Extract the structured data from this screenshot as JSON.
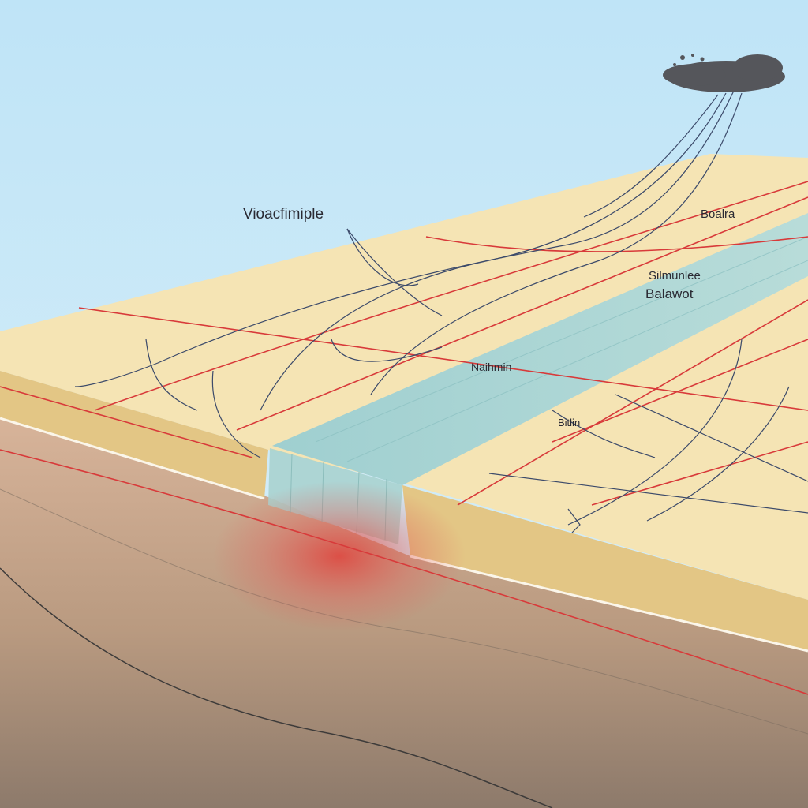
{
  "labels": {
    "top_left": "Vioacfimiple",
    "top_right": "Boalra",
    "right_mid_1": "Silmunlee",
    "right_mid_2": "Balawot",
    "channel": "Naihmin",
    "channel_small": "Bitlin"
  },
  "colors": {
    "sky_top": "#bfe4f7",
    "sky_bottom": "#d8eff8",
    "plateau": "#f5e4b4",
    "plateau_edge": "#e7cf8e",
    "cliff": "#e2c684",
    "channel": "#a6d3d2",
    "deep_layer": "#c9a487",
    "deep_layer_dark": "#9a8370",
    "fault_red": "#d83a3a",
    "wire": "#3c4a6a",
    "cloud": "#55565b"
  },
  "icons": [
    "cloud-icon"
  ]
}
